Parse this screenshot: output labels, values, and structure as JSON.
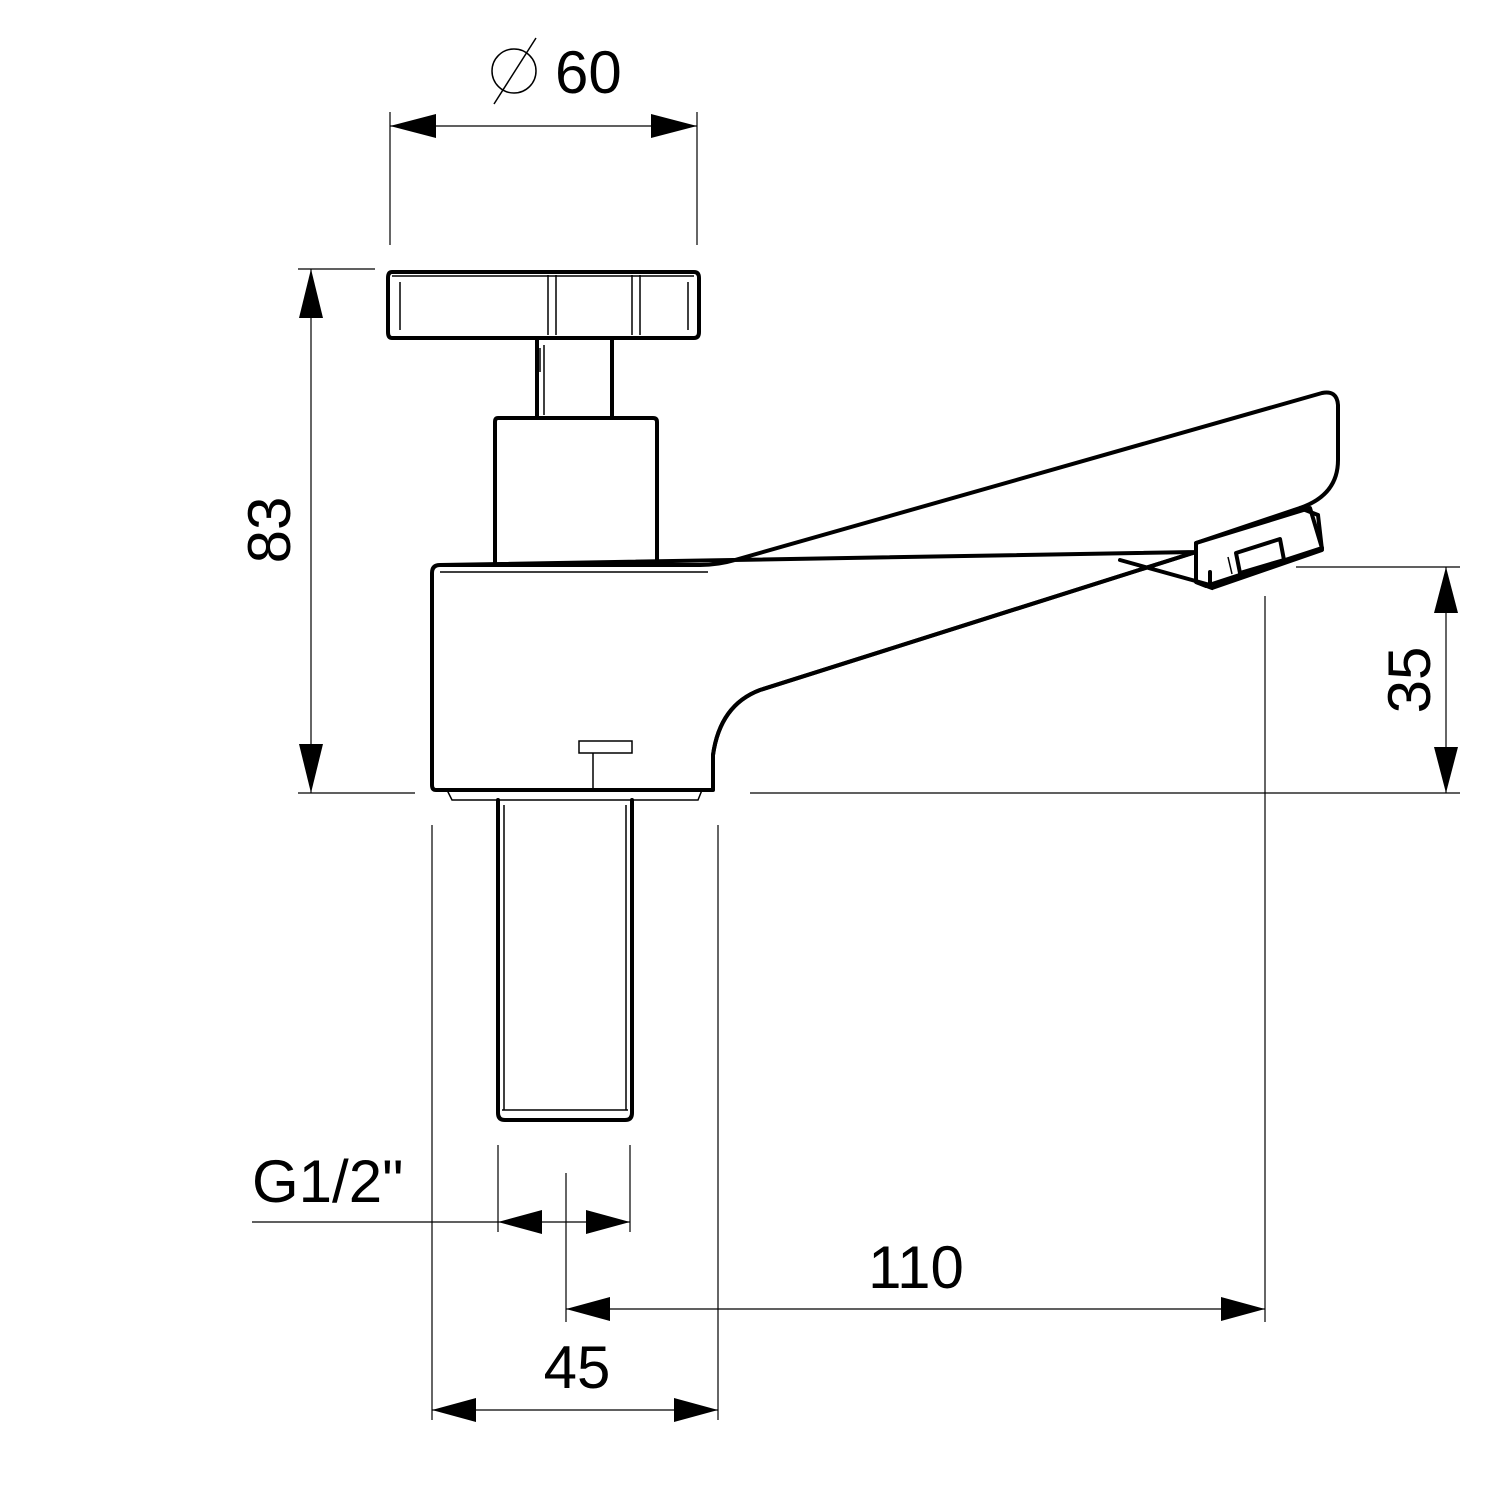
{
  "dimensions": {
    "diameter_symbol": "⌀",
    "diameter_value": "60",
    "height_total": "83",
    "height_outlet": "35",
    "thread": "G1/2\"",
    "reach": "110",
    "base_width": "45"
  }
}
